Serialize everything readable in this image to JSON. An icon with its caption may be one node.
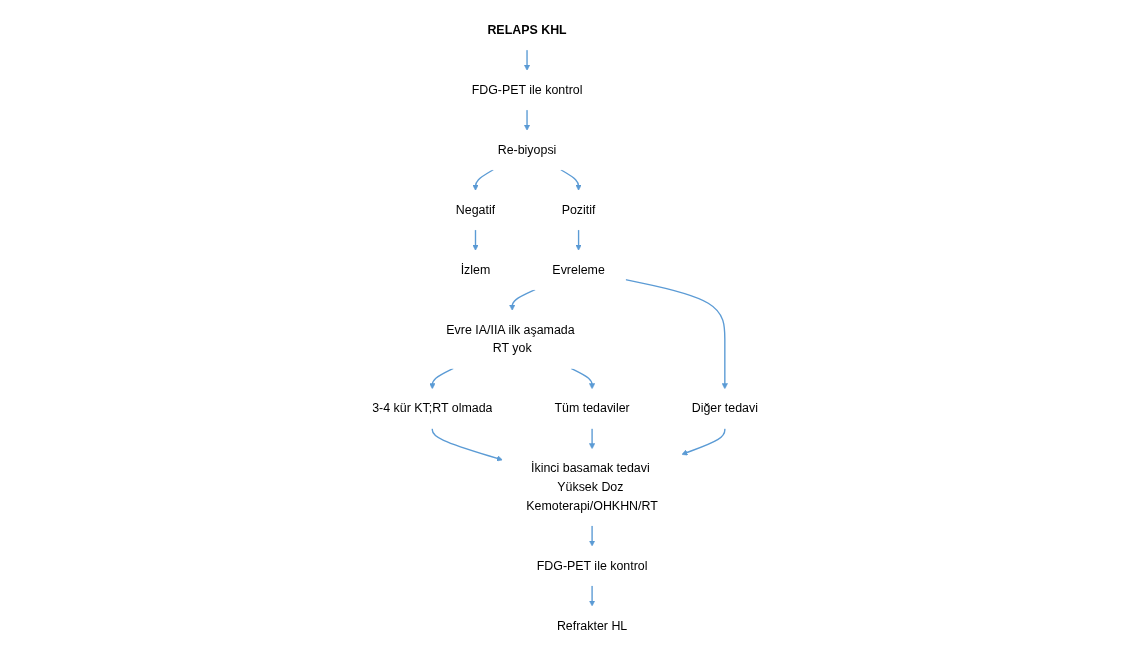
{
  "diagram": {
    "nodes": [
      {
        "text": [
          "RELAPS KHL"
        ]
      },
      {
        "text": [
          "FDG-PET ile kontrol"
        ]
      },
      {
        "text": [
          "Re-biyopsi"
        ]
      },
      {
        "text": [
          "Negatif"
        ]
      },
      {
        "text": [
          "Pozitif"
        ]
      },
      {
        "text": [
          "İzlem"
        ]
      },
      {
        "text": [
          "Evreleme"
        ]
      },
      {
        "text": [
          "Evre IA/IIA ilk aşamada RT yok"
        ]
      },
      {
        "text": [
          "Diğer tedavi"
        ]
      },
      {
        "text": [
          "3-4 kür KT;RT olmada"
        ]
      },
      {
        "text": [
          "Tüm tedaviler"
        ]
      },
      {
        "text": [
          "İkinci basamak tedavi Yüksek Doz Kemoterapi/OHKHN/RT"
        ]
      },
      {
        "text": [
          "FDG-PET ile kontrol"
        ]
      },
      {
        "text": [
          "Refrakter HL"
        ]
      }
    ],
    "edges": [
      {
        "from": 0,
        "to": 1,
        "arrow": "to"
      },
      {
        "from": 1,
        "to": 2,
        "arrow": "to"
      },
      {
        "from": 2,
        "to": 3,
        "arrow": "to"
      },
      {
        "from": 2,
        "to": 4,
        "arrow": "to"
      },
      {
        "from": 3,
        "to": 5,
        "arrow": "to"
      },
      {
        "from": 4,
        "to": 6,
        "arrow": "to"
      },
      {
        "from": 6,
        "to": 7,
        "arrow": "to"
      },
      {
        "from": 6,
        "to": 8,
        "arrow": "to"
      },
      {
        "from": 7,
        "to": 9,
        "arrow": "to"
      },
      {
        "from": 7,
        "to": 10,
        "arrow": "to"
      },
      {
        "from": 9,
        "to": 11,
        "arrow": "to"
      },
      {
        "from": 10,
        "to": 11,
        "arrow": "to"
      },
      {
        "from": 8,
        "to": 11,
        "arrow": "to"
      },
      {
        "from": 11,
        "to": 12,
        "arrow": "to"
      },
      {
        "from": 12,
        "to": 13,
        "arrow": "to"
      }
    ]
  }
}
